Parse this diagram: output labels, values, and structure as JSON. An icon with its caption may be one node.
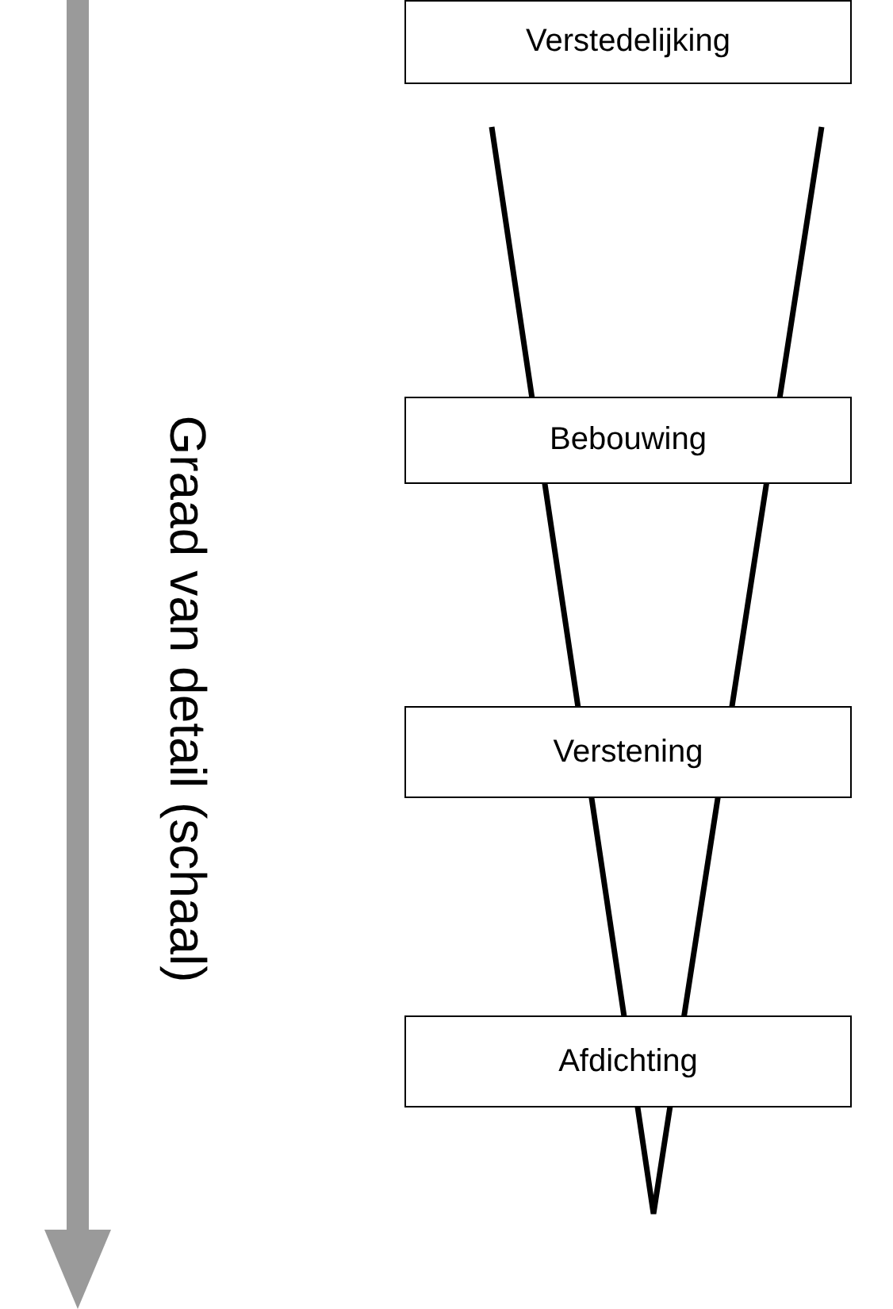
{
  "diagram": {
    "nodes": [
      {
        "text": [
          "Verstedelijking"
        ]
      },
      {
        "text": [
          "Bebouwing"
        ]
      },
      {
        "text": [
          "Verstening"
        ]
      },
      {
        "text": [
          "Afdichting"
        ]
      }
    ],
    "labels": [
      "Graad van detail (schaal)"
    ]
  }
}
